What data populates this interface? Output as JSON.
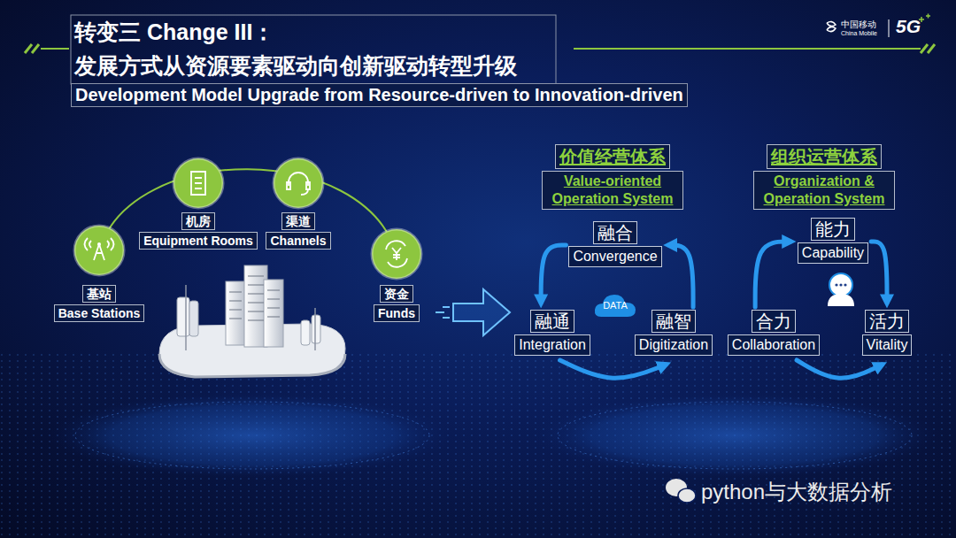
{
  "diagram": {
    "title": "转变三 Change III：",
    "nodes": [
      {
        "text": [
          "基站",
          "Base Stations"
        ]
      },
      {
        "text": [
          "机房",
          "Equipment Rooms"
        ]
      },
      {
        "text": [
          "渠道",
          "Channels"
        ]
      },
      {
        "text": [
          "资金",
          "Funds"
        ]
      },
      {
        "text": [
          "价值经营体系",
          "Value-oriented Operation System"
        ]
      },
      {
        "text": [
          "融合",
          "Convergence"
        ]
      },
      {
        "text": [
          "DATA"
        ]
      },
      {
        "text": [
          "融通",
          "Integration"
        ]
      },
      {
        "text": [
          "融智",
          "Digitization"
        ]
      },
      {
        "text": [
          "组织运营体系",
          "Organization & Operation System"
        ]
      },
      {
        "text": [
          "能力",
          "Capability"
        ]
      },
      {
        "text": [
          "合力",
          "Collaboration"
        ]
      },
      {
        "text": [
          "活力",
          "Vitality"
        ]
      }
    ],
    "edges": [
      {
        "from": 5,
        "to": 7,
        "arrow": "to"
      },
      {
        "from": 7,
        "to": 8,
        "arrow": "to"
      },
      {
        "from": 8,
        "to": 5,
        "arrow": "to"
      },
      {
        "from": 11,
        "to": 10,
        "arrow": "to"
      },
      {
        "from": 10,
        "to": 12,
        "arrow": "to"
      },
      {
        "from": 11,
        "to": 12,
        "arrow": "to"
      }
    ],
    "labels": [
      "发展方式从资源要素驱动向创新驱动转型升级",
      "Development Model Upgrade from Resource-driven to Innovation-driven",
      "中国移动",
      "China Mobile",
      "5G",
      "python与大数据分析"
    ]
  }
}
